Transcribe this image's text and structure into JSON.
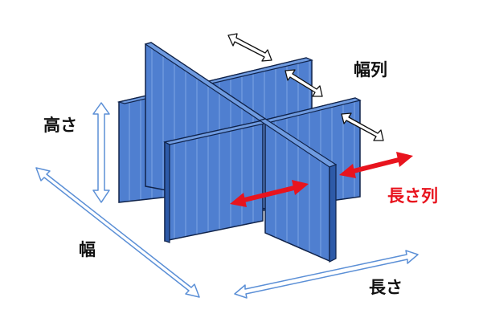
{
  "labels": {
    "takasa": "高さ",
    "haba": "幅",
    "nagasa": "長さ",
    "haba_retsu": "幅列",
    "nagasa_retsu": "長さ列"
  },
  "colors": {
    "panel_face": "#4f7fd0",
    "panel_face_light": "#6f9be0",
    "panel_edge": "#2d5aa8",
    "panel_line": "#7ea5e3",
    "outline": "#10234a",
    "dimension_arrow": "#5b8fd6",
    "highlight_arrow": "#e8141e"
  },
  "icons": {
    "height_arrow": "double-arrow-vertical",
    "width_arrow": "double-arrow-diagonal",
    "length_arrow": "double-arrow-diagonal",
    "width_row_arrows": "double-arrow-outline",
    "length_row_arrows": "double-arrow-red"
  }
}
